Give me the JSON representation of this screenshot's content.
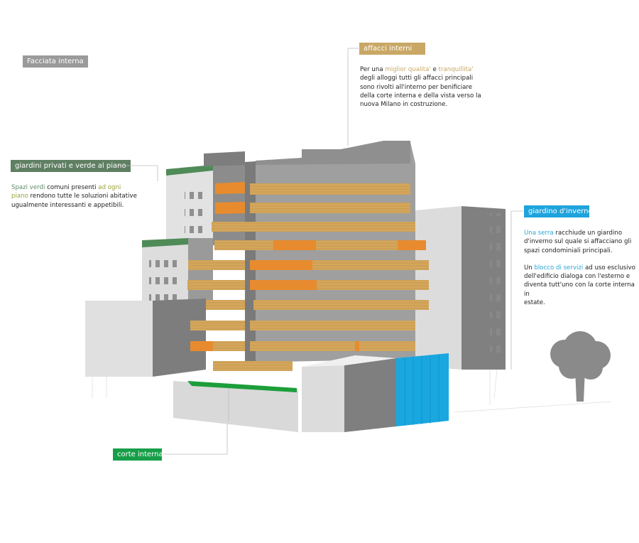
{
  "labels": {
    "facciata": "Facciata interna",
    "affacci": "affacci interni",
    "giardini": "giardini privati e verde al piano",
    "giardino_inverno": "giardino d'inverno",
    "corte": "corte interna"
  },
  "affacci_text": {
    "a1": "Per una ",
    "a2": "miglior qualita'",
    "a3": " e ",
    "a4": "tranquillita'",
    "a5": "degli alloggi tutti gli affacci principali",
    "a6": "sono rivolti all'interno per benificiare",
    "a7": "della corte interna e della vista verso la",
    "a8": "nuova Milano in costruzione."
  },
  "giardini_text": {
    "g1": "Spazi verdi",
    "g2": " comuni presenti ",
    "g3": "ad ogni",
    "g4": "piano",
    "g5": " rendono tutte le soluzioni abitative",
    "g6": "ugualmente interessanti e appetibili."
  },
  "inverno_text": {
    "i1": "Una serra",
    "i2": " racchiude un giardino",
    "i3": "d'inverno sul quale si affacciano gli",
    "i4": "spazi condominiali principali.",
    "i5": "Un ",
    "i6": "blocco di servizi",
    "i7": " ad uso esclusivo",
    "i8": "dell'edificio dialoga con l'esterno e",
    "i9": "diventa tutt'uno con la corte interna in",
    "i10": "estate."
  },
  "colors": {
    "facciata_label": "#9a9a9a",
    "affacci_label": "#c9a765",
    "giardini_label": "#5f7f63",
    "inverno_label": "#1ea3dc",
    "corte_label": "#179e48",
    "building_light": "#d9d9d9",
    "building_mid": "#a6a6a6",
    "building_dark": "#7a7a7a",
    "balcony_wood": "#d4a75c",
    "balcony_orange": "#e88b2e",
    "green_roof": "#4f8b57",
    "greenhouse": "#19a7e0",
    "tree": "#8a8a8a"
  },
  "icons": [
    "tree-icon"
  ]
}
